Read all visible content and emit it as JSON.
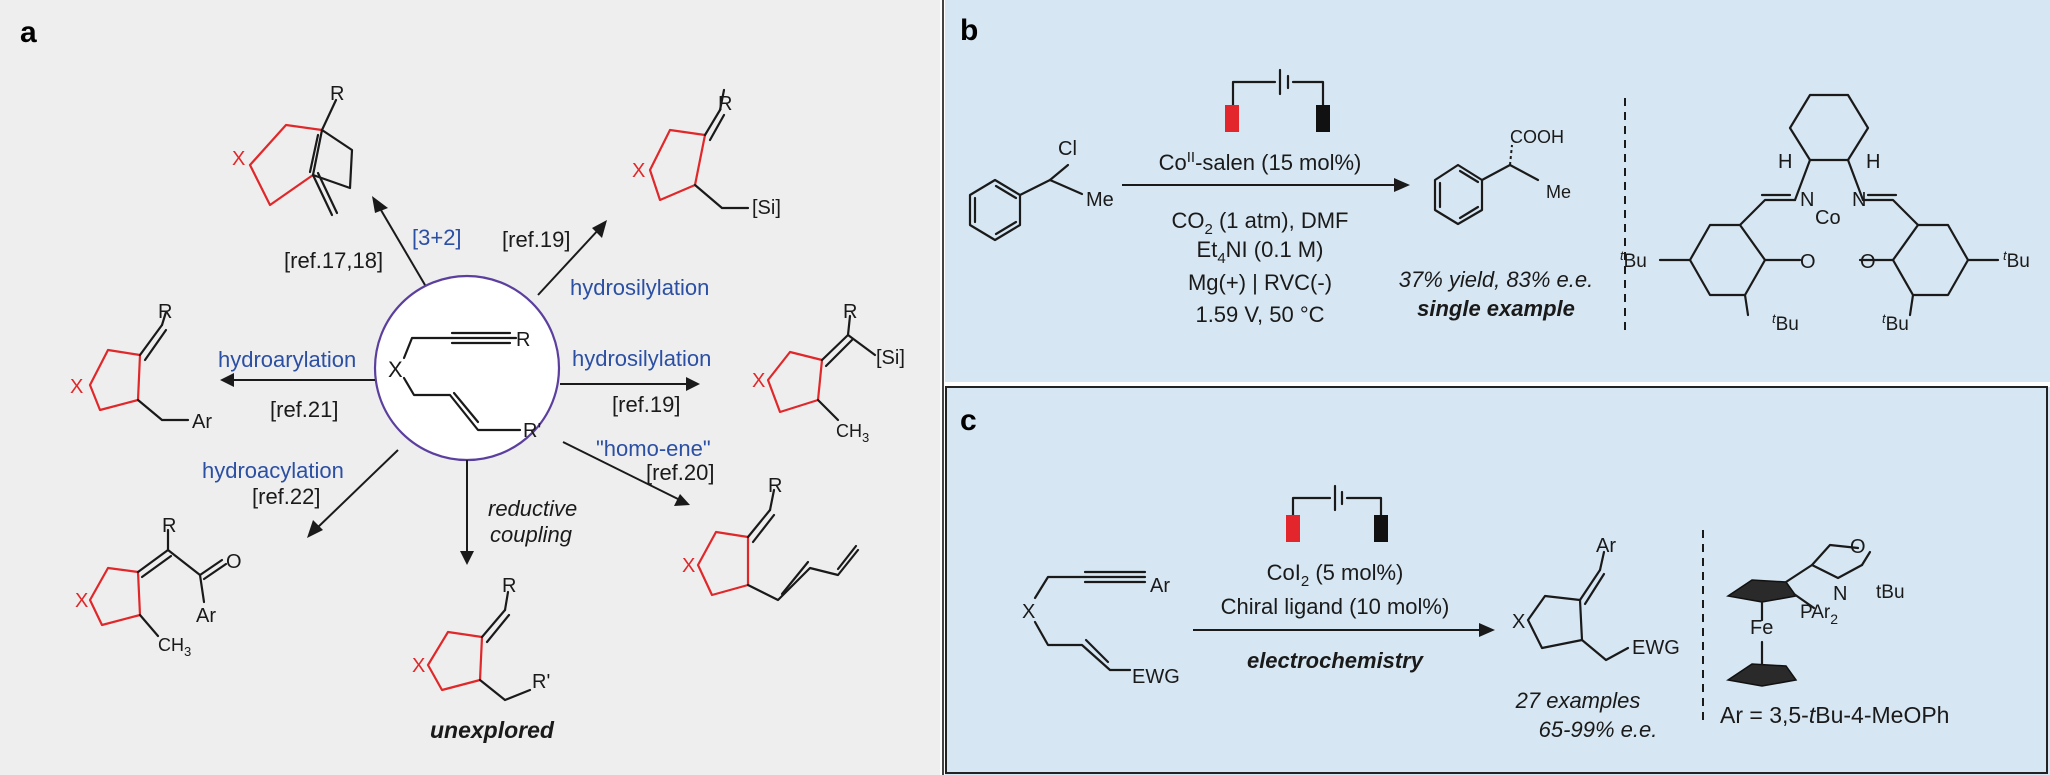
{
  "colors": {
    "panel_a_bg": "#eeeeee",
    "panel_bc_bg": "#d6e6f2",
    "ring_red": "#e0282a",
    "label_blue": "#2b4fa3",
    "hub_circle": "#5b3f9e",
    "electrode_red": "#e3262b",
    "electrode_black": "#111111"
  },
  "panel_a": {
    "letter": "a",
    "hub": {
      "atom_x": "X",
      "sub_r": "R",
      "sub_rp": "R'"
    },
    "top_left": {
      "method": "[3+2]",
      "ref": "[ref.17,18]",
      "sub": "R",
      "ring_x": "X"
    },
    "top_right": {
      "method": "hydrosilylation",
      "ref": "[ref.19]",
      "sub": "R",
      "si": "[Si]",
      "ring_x": "X"
    },
    "mid_right": {
      "method": "hydrosilylation",
      "ref": "[ref.19]",
      "sub": "R",
      "si": "[Si]",
      "ch3": "CH",
      "ch3_sub": "3",
      "ring_x": "X"
    },
    "left": {
      "method": "hydroarylation",
      "ref": "[ref.21]",
      "sub": "R",
      "ar": "Ar",
      "ring_x": "X"
    },
    "bottom_left": {
      "method": "hydroacylation",
      "ref": "[ref.22]",
      "sub": "R",
      "o": "O",
      "ar": "Ar",
      "ch3": "CH",
      "ch3_sub": "3",
      "ring_x": "X"
    },
    "bottom": {
      "method_line1": "reductive",
      "method_line2": "coupling",
      "sub": "R",
      "rp": "R'",
      "ring_x": "X",
      "caption": "unexplored"
    },
    "bottom_right": {
      "method": "\"homo-ene\"",
      "ref": "[ref.20]",
      "sub": "R",
      "ring_x": "X"
    }
  },
  "panel_b": {
    "letter": "b",
    "reactant": {
      "cl": "Cl",
      "me": "Me"
    },
    "catalyst_pre": "Co",
    "catalyst_sup": "II",
    "catalyst_post": "-salen (15 mol%)",
    "cond1_pre": "CO",
    "cond1_sub": "2",
    "cond1_post": " (1 atm), DMF",
    "cond2_pre": "Et",
    "cond2_sub": "4",
    "cond2_post": "NI (0.1 M)",
    "cond3": "Mg(+) | RVC(-)",
    "cond4": "1.59 V, 50 °C",
    "product": {
      "cooh": "COOH",
      "me": "Me"
    },
    "result": "37% yield, 83% e.e.",
    "note": "single example",
    "salen": {
      "h1": "H",
      "h2": "H",
      "n1": "N",
      "n2": "N",
      "co": "Co",
      "o1": "O",
      "o2": "O",
      "tbu_sup": "t",
      "tbu": "Bu"
    }
  },
  "panel_c": {
    "letter": "c",
    "reactant": {
      "ar": "Ar",
      "x": "X",
      "ewg": "EWG"
    },
    "cat1_pre": "CoI",
    "cat1_sub": "2",
    "cat1_post": " (5 mol%)",
    "cat2": "Chiral ligand (10 mol%)",
    "method": "electrochemistry",
    "product": {
      "ar": "Ar",
      "x": "X",
      "ewg": "EWG"
    },
    "result1": "27 examples",
    "result2": "65-99% e.e.",
    "ligand": {
      "o": "O",
      "n": "N",
      "tbu": "tBu",
      "fe": "Fe",
      "par_pre": "PAr",
      "par_sub": "2"
    },
    "ar_def_pre": "Ar = 3,5-",
    "ar_def_it": "t",
    "ar_def_post": "Bu-4-MeOPh"
  }
}
